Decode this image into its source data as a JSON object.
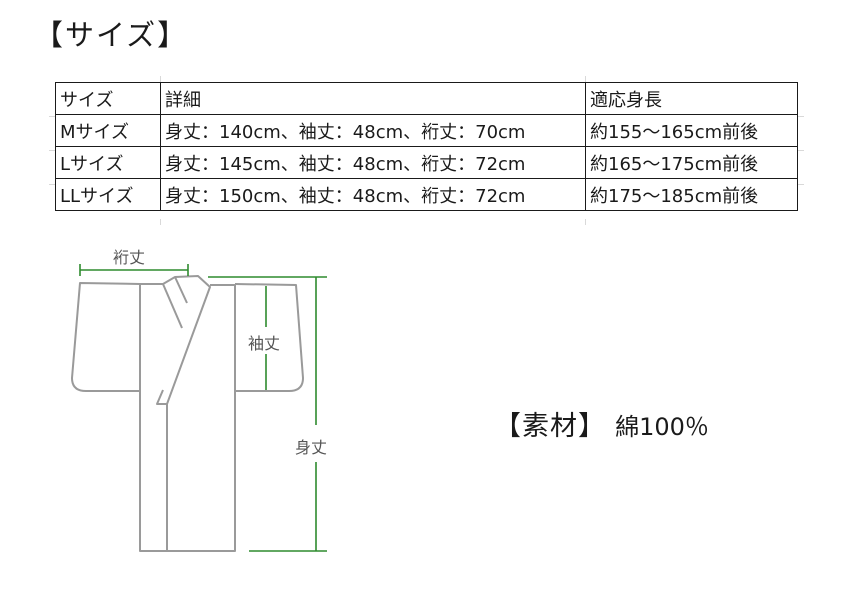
{
  "title": "【サイズ】",
  "table": {
    "headers": [
      "サイズ",
      "詳細",
      "適応身長"
    ],
    "rows": [
      {
        "size": "Mサイズ",
        "detail": "身丈：140cm、袖丈：48cm、裄丈：70cm",
        "height": "約155～165cm前後"
      },
      {
        "size": "Lサイズ",
        "detail": "身丈：145cm、袖丈：48cm、裄丈：72cm",
        "height": "約165～175cm前後"
      },
      {
        "size": "LLサイズ",
        "detail": "身丈：150cm、袖丈：48cm、裄丈：72cm",
        "height": "約175～185cm前後"
      }
    ]
  },
  "diagram": {
    "labels": {
      "yuki": "裄丈",
      "sode": "袖丈",
      "mitake": "身丈"
    },
    "colors": {
      "outline": "#9a9a9a",
      "measure": "#2e8b2e"
    }
  },
  "material": {
    "title": "【素材】",
    "value": "綿100％"
  }
}
